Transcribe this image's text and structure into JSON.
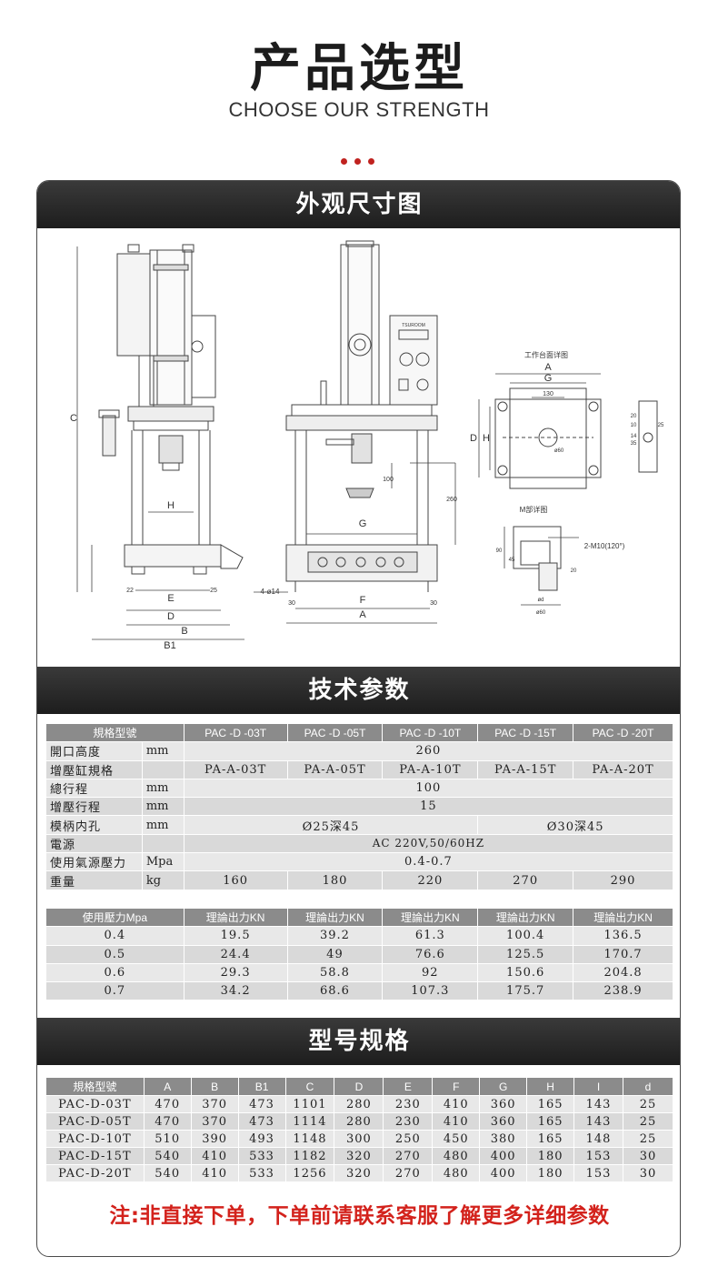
{
  "header": {
    "title": "产品选型",
    "subtitle": "CHOOSE OUR STRENGTH"
  },
  "accent_color": "#c0221f",
  "sections": {
    "dimensions": "外观尺寸图",
    "tech_params": "技术参数",
    "models": "型号规格"
  },
  "drawing_labels": {
    "left": {
      "C": "C",
      "H": "H",
      "E": "E",
      "D": "D",
      "B": "B",
      "B1": "B1",
      "d22": "22",
      "d25": "25"
    },
    "middle": {
      "G": "G",
      "F": "F",
      "A": "A",
      "d100": "100",
      "d260": "260",
      "holes": "4-ø14",
      "d30a": "30",
      "d30b": "30"
    },
    "table_detail": {
      "title": "工作台面详图",
      "A": "A",
      "G": "G",
      "d130": "130",
      "D": "D",
      "H": "H",
      "d60": "ø60"
    },
    "side": {
      "d20": "20",
      "d10": "10",
      "d25": "25",
      "d14": "14",
      "d35": "35"
    },
    "m_detail": {
      "title": "M部详图",
      "thread": "2-M10(120°)",
      "d90": "90",
      "d45": "45",
      "d20": "20",
      "phi": "ød",
      "d60": "ø60"
    },
    "panel_brand": "TSUROOM"
  },
  "tech_table": {
    "header": [
      "規格型號",
      "PAC -D -03T",
      "PAC -D -05T",
      "PAC -D -10T",
      "PAC -D -15T",
      "PAC -D -20T"
    ],
    "rows": [
      {
        "label": "開口高度",
        "unit": "mm",
        "merged": "260"
      },
      {
        "label": "增壓缸規格",
        "unit": "",
        "cells": [
          "PA-A-03T",
          "PA-A-05T",
          "PA-A-10T",
          "PA-A-15T",
          "PA-A-20T"
        ]
      },
      {
        "label": "總行程",
        "unit": "mm",
        "merged": "100"
      },
      {
        "label": "增壓行程",
        "unit": "mm",
        "merged": "15"
      },
      {
        "label": "模柄内孔",
        "unit": "mm",
        "split": [
          "Ø25深45",
          "Ø30深45"
        ]
      },
      {
        "label": "電源",
        "unit": "",
        "merged": "AC 220V,50/60HZ"
      },
      {
        "label": "使用氣源壓力",
        "unit": "Mpa",
        "merged": "0.4-0.7"
      },
      {
        "label": "重量",
        "unit": "kg",
        "cells": [
          "160",
          "180",
          "220",
          "270",
          "290"
        ]
      }
    ]
  },
  "force_table": {
    "header": [
      "使用壓力Mpa",
      "理論出力KN",
      "理論出力KN",
      "理論出力KN",
      "理論出力KN",
      "理論出力KN"
    ],
    "rows": [
      [
        "0.4",
        "19.5",
        "39.2",
        "61.3",
        "100.4",
        "136.5"
      ],
      [
        "0.5",
        "24.4",
        "49",
        "76.6",
        "125.5",
        "170.7"
      ],
      [
        "0.6",
        "29.3",
        "58.8",
        "92",
        "150.6",
        "204.8"
      ],
      [
        "0.7",
        "34.2",
        "68.6",
        "107.3",
        "175.7",
        "238.9"
      ]
    ]
  },
  "model_table": {
    "header": [
      "規格型號",
      "A",
      "B",
      "B1",
      "C",
      "D",
      "E",
      "F",
      "G",
      "H",
      "I",
      "d"
    ],
    "rows": [
      [
        "PAC-D-03T",
        "470",
        "370",
        "473",
        "1101",
        "280",
        "230",
        "410",
        "360",
        "165",
        "143",
        "25"
      ],
      [
        "PAC-D-05T",
        "470",
        "370",
        "473",
        "1114",
        "280",
        "230",
        "410",
        "360",
        "165",
        "143",
        "25"
      ],
      [
        "PAC-D-10T",
        "510",
        "390",
        "493",
        "1148",
        "300",
        "250",
        "450",
        "380",
        "165",
        "148",
        "25"
      ],
      [
        "PAC-D-15T",
        "540",
        "410",
        "533",
        "1182",
        "320",
        "270",
        "480",
        "400",
        "180",
        "153",
        "30"
      ],
      [
        "PAC-D-20T",
        "540",
        "410",
        "533",
        "1256",
        "320",
        "270",
        "480",
        "400",
        "180",
        "153",
        "30"
      ]
    ]
  },
  "note": "注:非直接下单，下单前请联系客服了解更多详细参数"
}
